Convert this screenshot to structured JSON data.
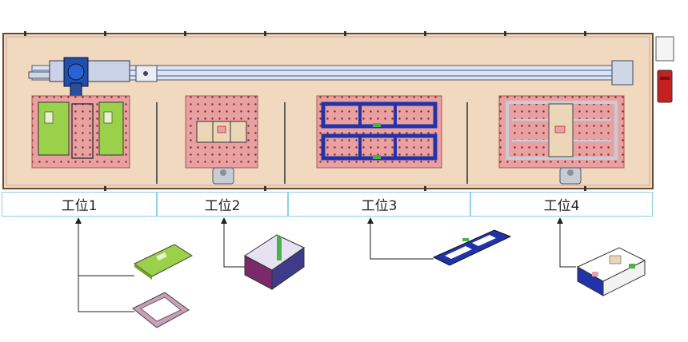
{
  "colors": {
    "floor": "#f1d9c0",
    "floor_border": "#6a4a2a",
    "pad": "#e8a0a0",
    "pad_dot": "#7a2a2a",
    "rail": "#8aa0c8",
    "robot": "#1f4fb0",
    "fixture_green": "#9bd14a",
    "fixture_tan": "#ecd6b8",
    "fixture_blue": "#2233aa",
    "station_border": "#8fd0e8",
    "cabinet_red": "#c42020"
  },
  "stations": [
    {
      "label": "工位1"
    },
    {
      "label": "工位2"
    },
    {
      "label": "工位3"
    },
    {
      "label": "工位4"
    }
  ],
  "icons": {
    "robot": "robot-arm-icon",
    "cabinet": "control-cabinet-icon",
    "operator": "operator-station-icon"
  }
}
